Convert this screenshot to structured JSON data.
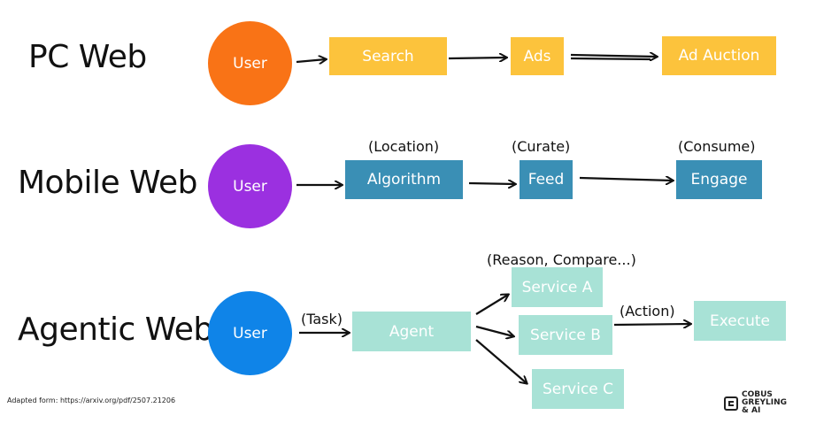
{
  "colors": {
    "pc_user": "#f97316",
    "mobile_user": "#9b30e0",
    "agentic_user": "#0f84e8",
    "pc_node": "#fcc33c",
    "mobile_node": "#3a8fb5",
    "agentic_node": "#a8e2d6",
    "pc_text": "#ffffff",
    "mobile_text": "#ffffff",
    "agentic_text": "#ffffff"
  },
  "rows": {
    "pc": {
      "title": "PC Web",
      "user": "User",
      "nodes": [
        "Search",
        "Ads",
        "Ad Auction"
      ]
    },
    "mobile": {
      "title": "Mobile Web",
      "user": "User",
      "nodes": [
        "Algorithm",
        "Feed",
        "Engage"
      ],
      "notes": [
        "(Location)",
        "(Curate)",
        "(Consume)"
      ]
    },
    "agentic": {
      "title": "Agentic Web",
      "user": "User",
      "task_note": "(Task)",
      "agent": "Agent",
      "services": [
        "Service A",
        "Service B",
        "Service C"
      ],
      "reason_note": "(Reason, Compare...)",
      "action_note": "(Action)",
      "execute": "Execute"
    }
  },
  "footer": "Adapted form: https://arxiv.org/pdf/2507.21206",
  "brand": "COBUS GREYLING\n& AI"
}
